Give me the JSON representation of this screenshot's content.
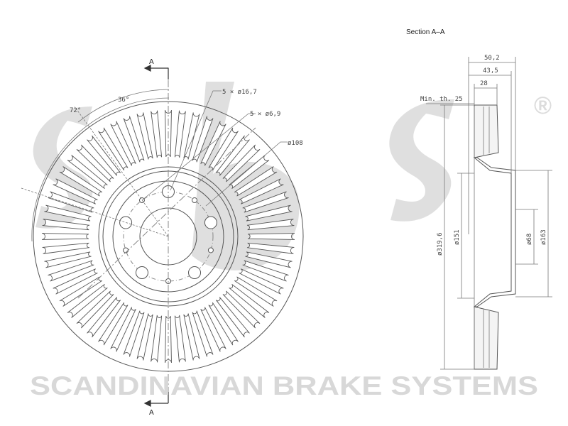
{
  "watermark": {
    "logo_text": "sbs",
    "registered_mark": "®",
    "brand": "SCANDINAVIAN BRAKE SYSTEMS",
    "color": "#dcdcdc"
  },
  "front_view": {
    "section_marker_top": "A",
    "section_marker_bottom": "A",
    "angle_large": "72°",
    "angle_small": "36°",
    "bolt_holes": "5 × ø16,7",
    "small_holes": "5 × ø6,9",
    "pitch_circle": "ø108"
  },
  "section_view": {
    "title": "Section A–A",
    "overall_height": "50,2",
    "offset": "43,5",
    "thickness": "28",
    "min_thickness": "Min. th. 25",
    "outer_diameter": "ø319,6",
    "diameter_151": "ø151",
    "center_bore": "ø68",
    "hat_diameter": "ø163"
  },
  "colors": {
    "line": "#555555",
    "dim_line": "#777777"
  }
}
